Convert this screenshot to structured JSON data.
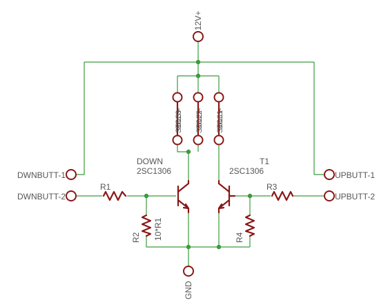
{
  "colors": {
    "wire": "#3c9a3c",
    "part": "#8a1515",
    "text": "#555555",
    "background": "#ffffff"
  },
  "nets": {
    "supply": "12V+",
    "ground": "GND",
    "down_btn_1": "DWNBUTT-1",
    "down_btn_2": "DWNBUTT-2",
    "up_btn_1": "UPBUTT-1",
    "up_btn_2": "UPBUTT-2"
  },
  "transistors": [
    {
      "ref": "DOWN",
      "value": "2SC1306"
    },
    {
      "ref": "T1",
      "value": "2SC1306"
    }
  ],
  "resistors": [
    {
      "ref": "R1"
    },
    {
      "ref": "R2",
      "value": "10*R1"
    },
    {
      "ref": "R3"
    },
    {
      "ref": "R4"
    }
  ],
  "connectors": [
    {
      "label": "SOL3+"
    },
    {
      "label": "SOL2+"
    },
    {
      "label": "SOL1+"
    },
    {
      "label": "SOL3-"
    },
    {
      "label": "SOL2-"
    },
    {
      "label": "SOL1-"
    }
  ]
}
